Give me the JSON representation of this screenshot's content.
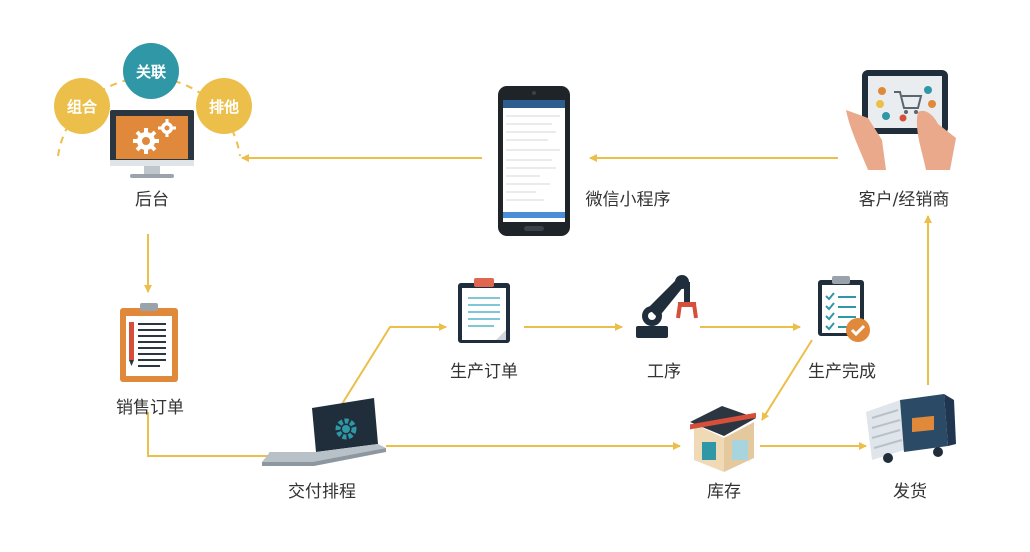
{
  "nodes": {
    "backend": "后台",
    "miniprogram": "微信小程序",
    "customer": "客户/经销商",
    "sales_order": "销售订单",
    "delivery_schedule": "交付排程",
    "production_order": "生产订单",
    "process": "工序",
    "production_done": "生产完成",
    "inventory": "库存",
    "shipping": "发货"
  },
  "bubbles": {
    "combine": "组合",
    "relate": "关联",
    "other": "排他"
  },
  "colors": {
    "arrow": "#ecbf4a",
    "orange": "#e0893a",
    "teal": "#2f97a6",
    "yellow": "#ecbf4a",
    "dark": "#2b3640"
  }
}
